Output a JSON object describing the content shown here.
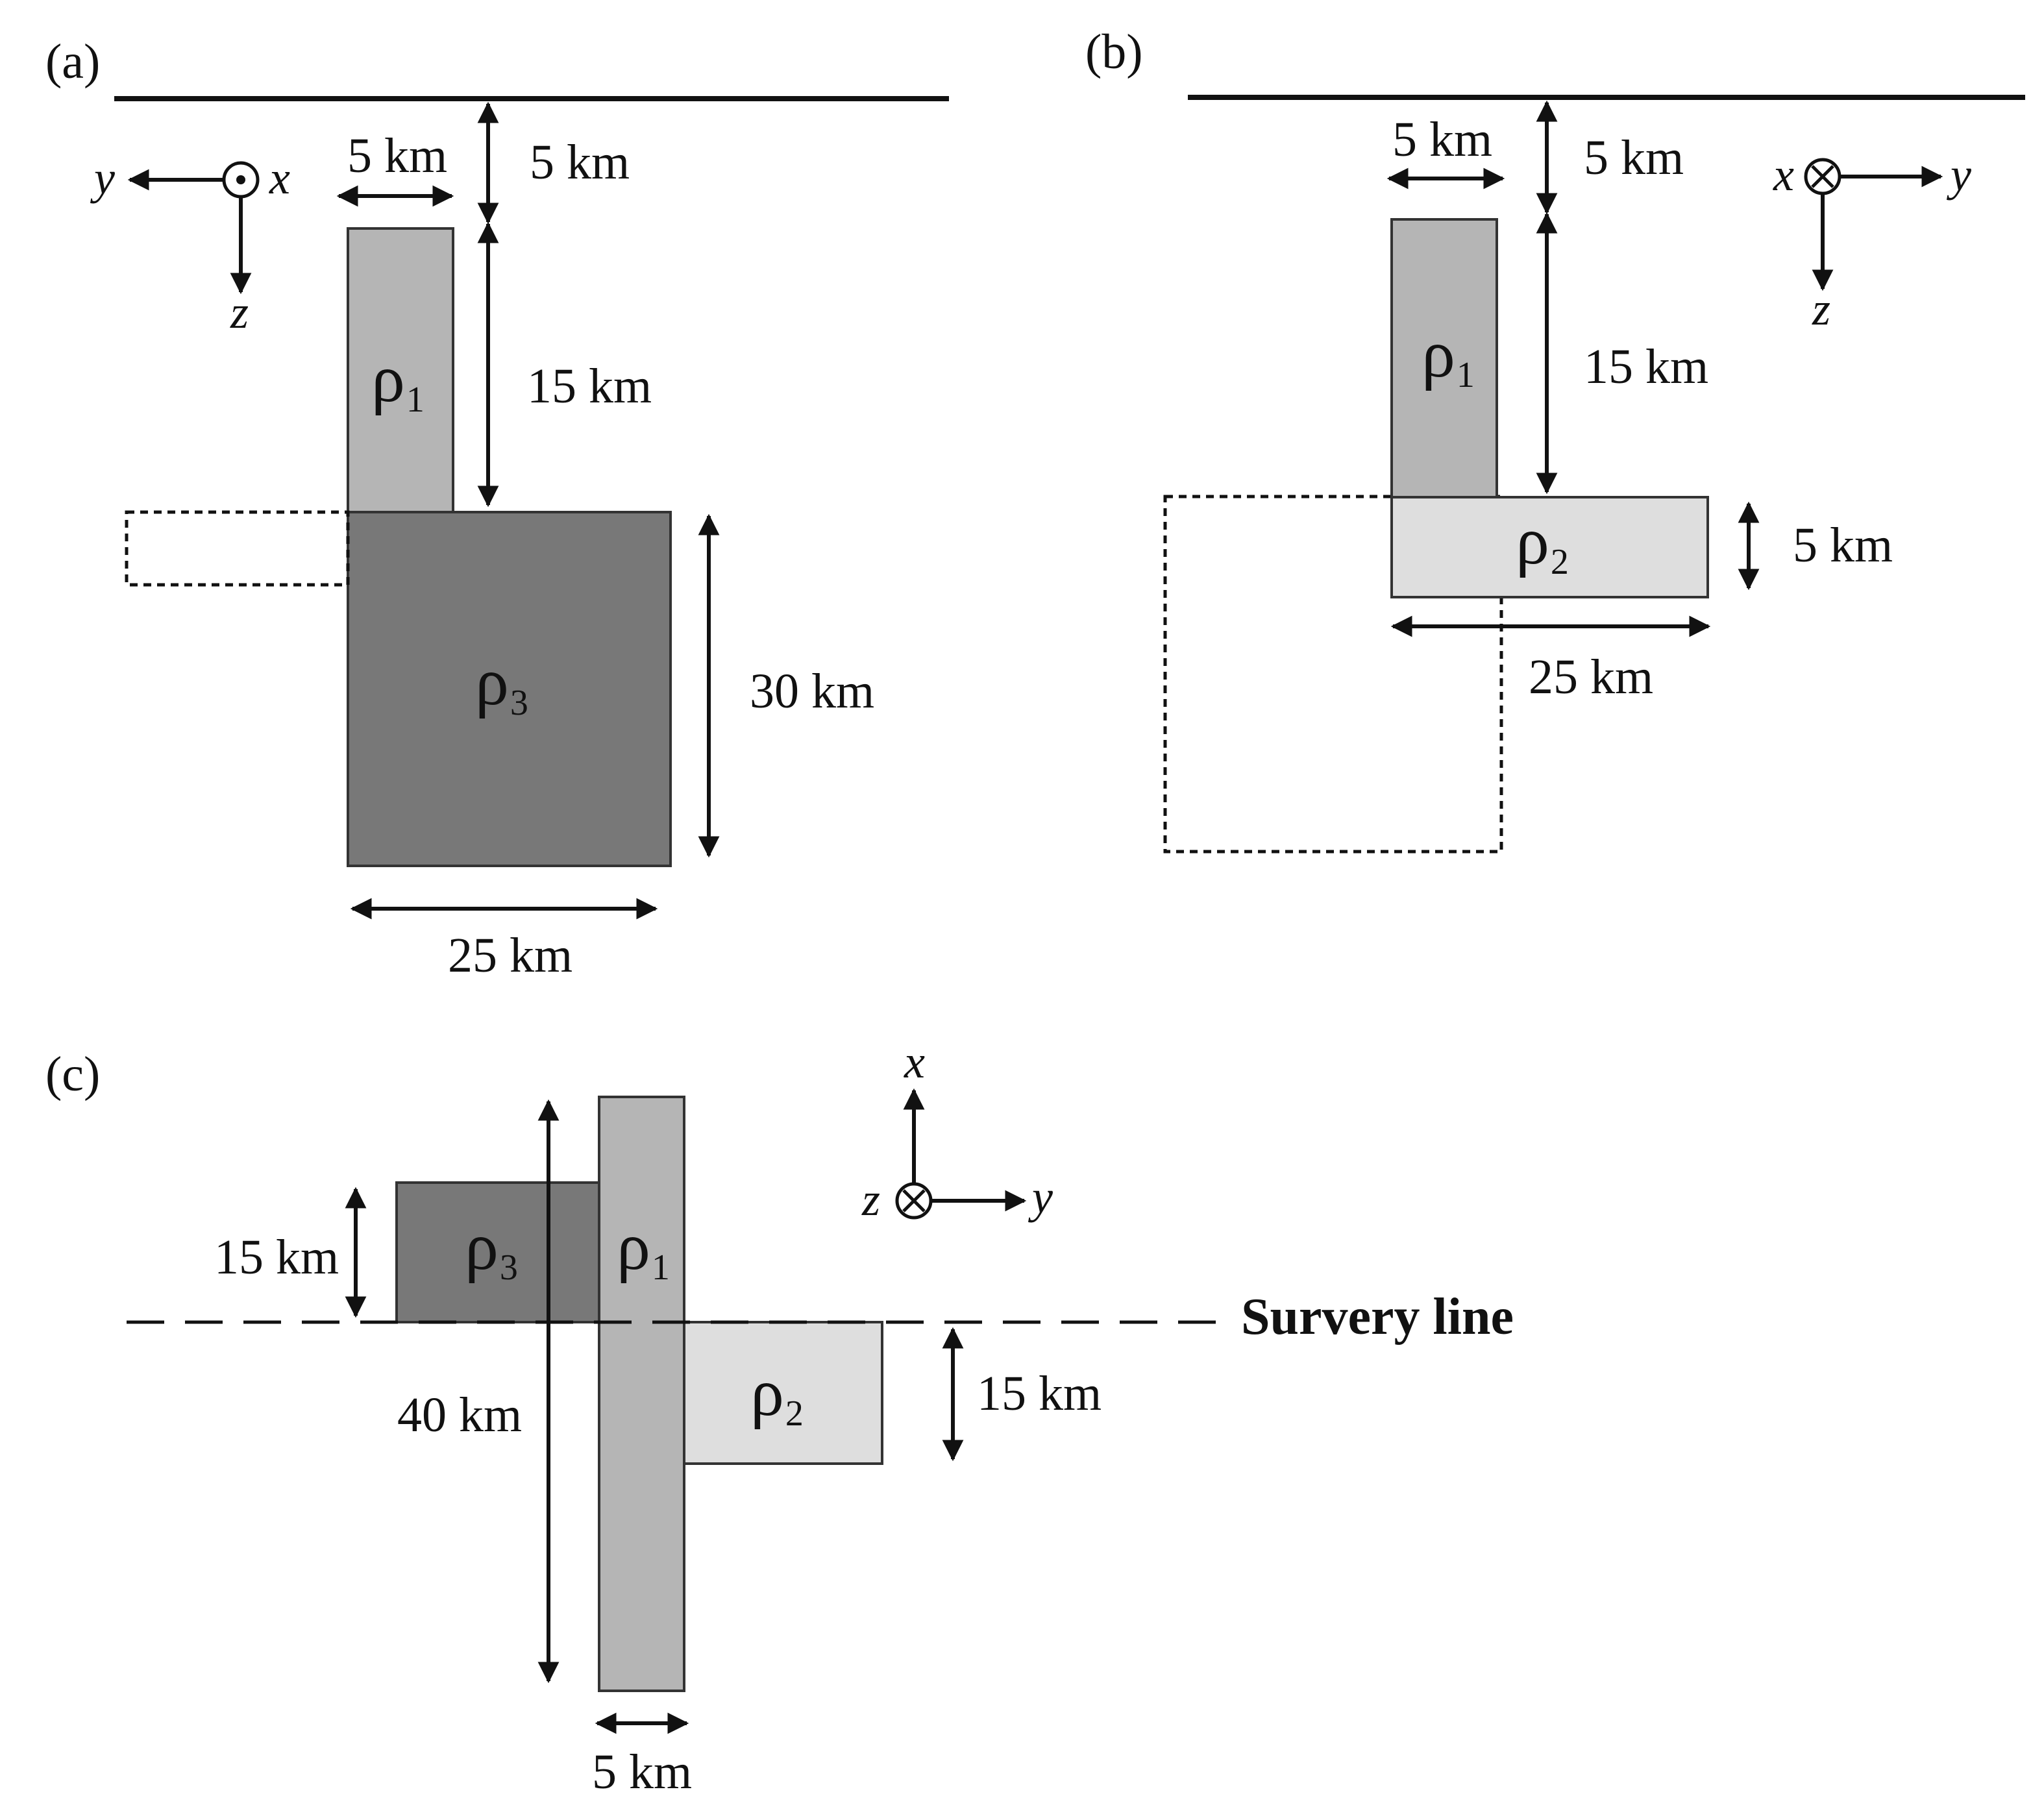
{
  "panels": {
    "a": "(a)",
    "b": "(b)",
    "c": "(c)"
  },
  "axes": {
    "x": "x",
    "y": "y",
    "z": "z"
  },
  "bodies": {
    "rho": "ρ",
    "sub1": "1",
    "sub2": "2",
    "sub3": "3"
  },
  "colors": {
    "rho1": "#b5b5b5",
    "rho2": "#dedede",
    "rho3": "#787878"
  },
  "panel_a": {
    "dim_rho1_width": "5 km",
    "dim_top_depth": "5 km",
    "dim_rho1_height": "15 km",
    "dim_rho3_height": "30 km",
    "dim_rho3_width": "25 km"
  },
  "panel_b": {
    "dim_rho1_width": "5 km",
    "dim_top_depth": "5 km",
    "dim_rho1_height": "15 km",
    "dim_rho2_height": "5 km",
    "dim_rho2_width": "25 km"
  },
  "panel_c": {
    "dim_rho3_extent": "15 km",
    "dim_rho1_length": "40 km",
    "dim_rho2_extent": "15 km",
    "dim_rho1_width": "5 km",
    "survey_line": "Survery line"
  }
}
